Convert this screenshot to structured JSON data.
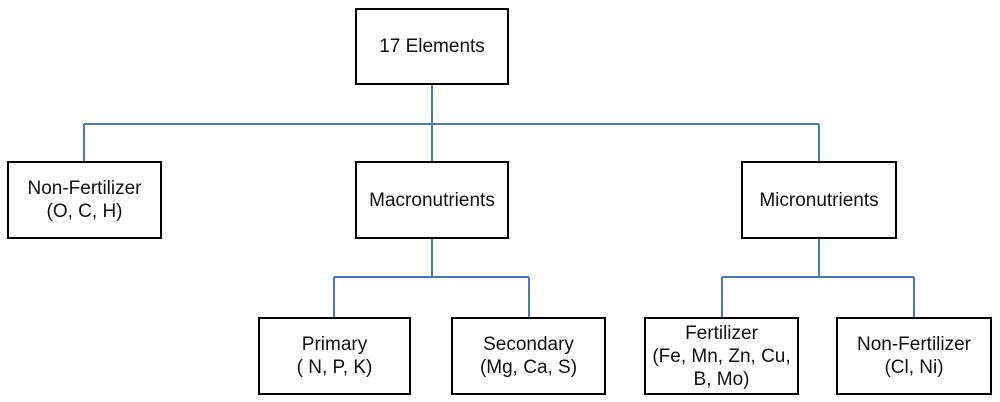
{
  "colors": {
    "connector": "#4a78c0",
    "box_border": "#000000",
    "text": "#111111",
    "background": "#ffffff"
  },
  "nodes": {
    "root": {
      "lines": [
        "17 Elements"
      ]
    },
    "non_fertilizer_top": {
      "lines": [
        "Non-Fertilizer",
        "(O, C, H)"
      ]
    },
    "macronutrients": {
      "lines": [
        "Macronutrients"
      ]
    },
    "micronutrients": {
      "lines": [
        "Micronutrients"
      ]
    },
    "primary": {
      "lines": [
        "Primary",
        "( N, P, K)"
      ]
    },
    "secondary": {
      "lines": [
        "Secondary",
        "(Mg, Ca, S)"
      ]
    },
    "fertilizer": {
      "lines": [
        "Fertilizer",
        "(Fe, Mn, Zn, Cu,",
        "B, Mo)"
      ]
    },
    "non_fertilizer_micro": {
      "lines": [
        "Non-Fertilizer",
        "(Cl, Ni)"
      ]
    }
  },
  "edges": [
    {
      "from": "root",
      "to": [
        "non_fertilizer_top",
        "macronutrients",
        "micronutrients"
      ]
    },
    {
      "from": "macronutrients",
      "to": [
        "primary",
        "secondary"
      ]
    },
    {
      "from": "micronutrients",
      "to": [
        "fertilizer",
        "non_fertilizer_micro"
      ]
    }
  ]
}
